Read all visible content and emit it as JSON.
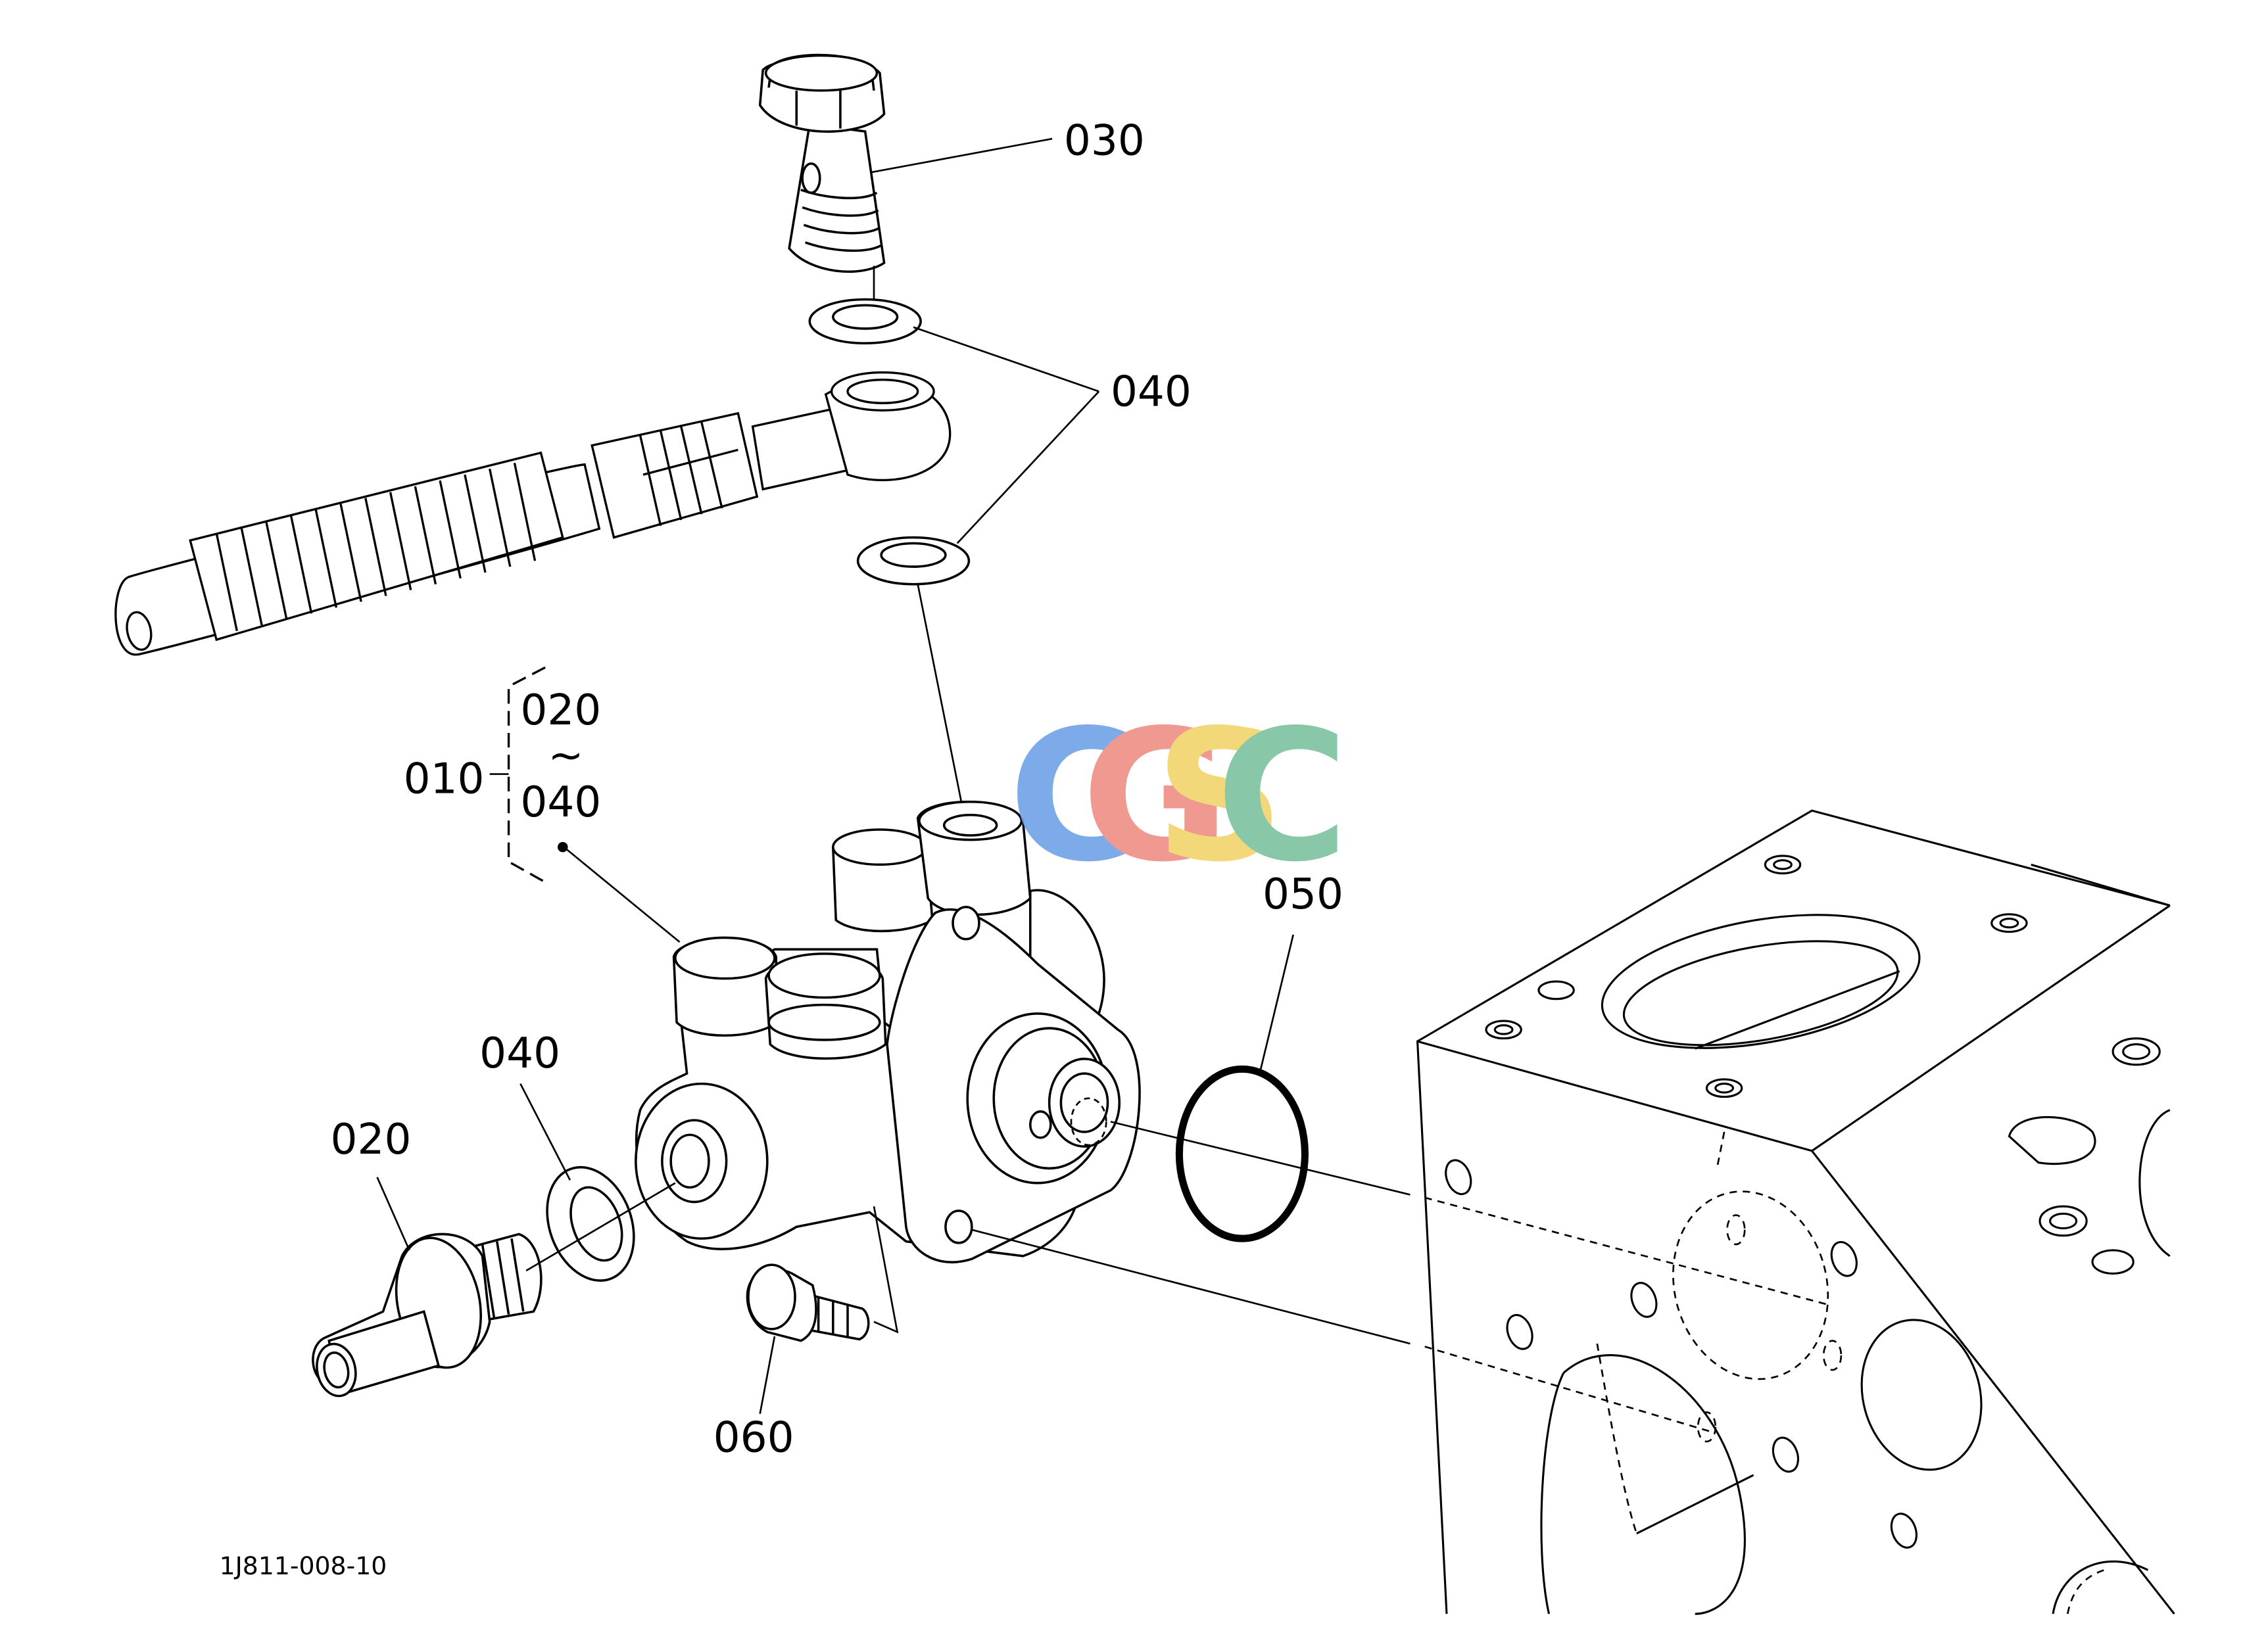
{
  "diagram_code": "1J811-008-10",
  "watermark": {
    "letters": [
      "C",
      "G",
      "S",
      "C"
    ],
    "colors": [
      "#6fa2e8",
      "#ee8f84",
      "#f2d46b",
      "#7cc3a0"
    ]
  },
  "callouts": {
    "part_010": "010",
    "part_020_range_start": "020",
    "range_sep": "~",
    "part_040_range_end": "040",
    "part_020": "020",
    "part_030": "030",
    "part_040_top": "040",
    "part_040_bottom": "040",
    "part_050": "050",
    "part_060": "060"
  }
}
